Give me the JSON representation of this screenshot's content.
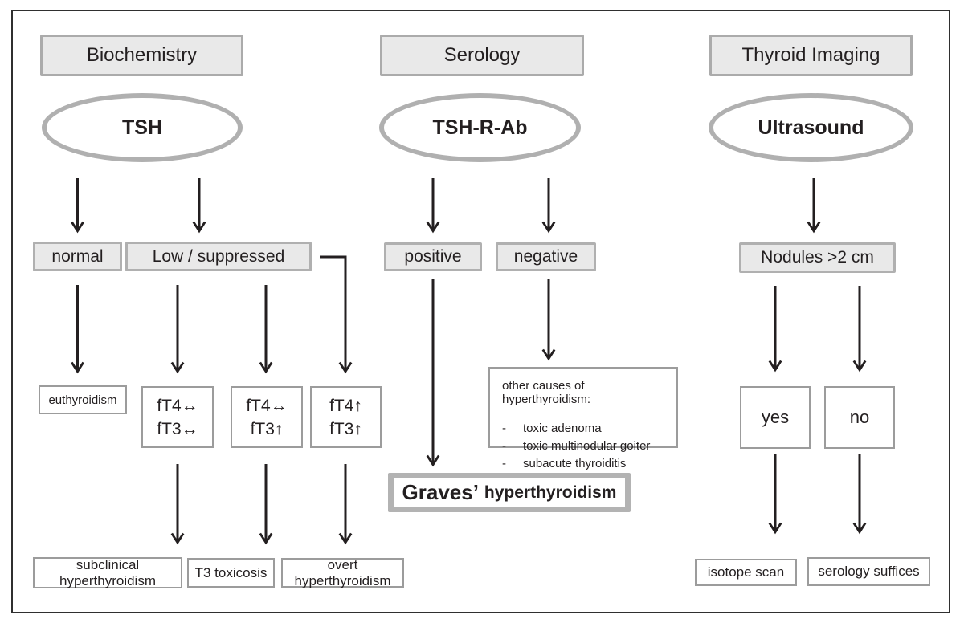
{
  "colors": {
    "text": "#231f20",
    "arrow": "#231f20",
    "shaded_box_fill": "#e9e9e9",
    "shaded_box_border": "#ababab",
    "leaf_box_border": "#9c9c9c",
    "oval_border": "#b0b0b0",
    "diagnosis_border": "#b3b3b3",
    "frame_border": "#2f2f2f"
  },
  "columns": [
    {
      "header": "Biochemistry",
      "oval": "TSH",
      "branches": [
        "normal",
        "Low / suppressed"
      ],
      "findings": [
        {
          "lines": [
            "euthyroidism"
          ]
        },
        {
          "lines": [
            "fT4↔",
            "fT3↔"
          ]
        },
        {
          "lines": [
            "fT4↔",
            "fT3↑"
          ]
        },
        {
          "lines": [
            "fT4↑",
            "fT3↑"
          ]
        }
      ],
      "outcomes": [
        "subclinical hyperthyroidism",
        "T3 toxicosis",
        "overt hyperthyroidism"
      ]
    },
    {
      "header": "Serology",
      "oval": "TSH-R-Ab",
      "branches": [
        "positive",
        "negative"
      ],
      "other_causes": {
        "title": "other causes of hyperthyroidism:",
        "items": [
          "toxic adenoma",
          "toxic multinodular goiter",
          "subacute thyroiditis"
        ]
      },
      "diagnosis": {
        "emphasis": "Graves’",
        "rest": "hyperthyroidism"
      }
    },
    {
      "header": "Thyroid Imaging",
      "oval": "Ultrasound",
      "decision": "Nodules >2 cm",
      "branches": [
        "yes",
        "no"
      ],
      "outcomes": [
        "isotope scan",
        "serology suffices"
      ]
    }
  ]
}
